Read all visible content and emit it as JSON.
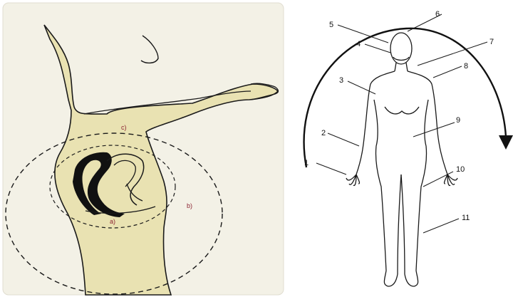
{
  "left_panel": {
    "labels": {
      "a": "a)",
      "b": "b)",
      "c": "c)"
    }
  },
  "right_panel": {
    "numbers": [
      "1",
      "2",
      "3",
      "4",
      "5",
      "6",
      "7",
      "8",
      "9",
      "10",
      "11"
    ]
  },
  "colors": {
    "skin_fill": "#e9e2b2",
    "outline": "#1a1a1a",
    "label_red": "#8b2332"
  }
}
